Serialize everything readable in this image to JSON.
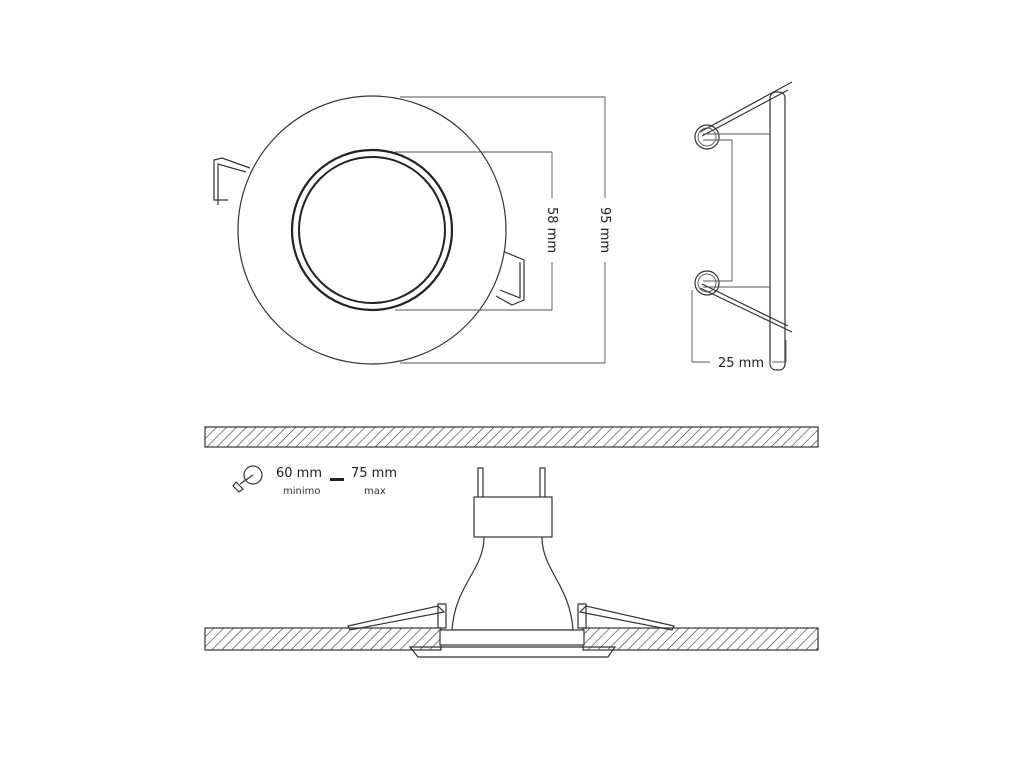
{
  "top_view": {
    "inner_diameter_label": "58 mm",
    "outer_diameter_label": "95 mm"
  },
  "side_view": {
    "depth_label": "25 mm"
  },
  "installation": {
    "min_label": "60 mm",
    "min_caption": "minimo",
    "max_label": "75 mm",
    "max_caption": "max"
  }
}
